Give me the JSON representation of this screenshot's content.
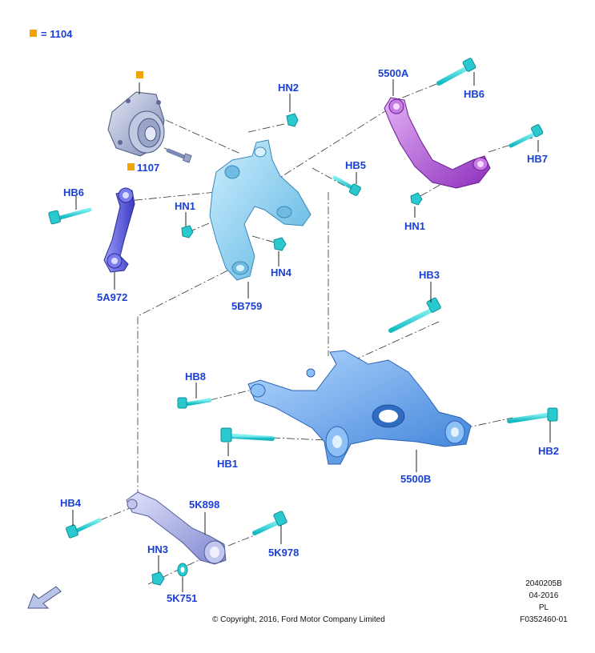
{
  "legend": {
    "marker_color": "#f5a300",
    "text": "= 1104"
  },
  "callouts": {
    "c1107": "1107",
    "hn2": "HN2",
    "c5500a": "5500A",
    "hb6_top": "HB6",
    "hb5": "HB5",
    "hb7": "HB7",
    "hb6_left": "HB6",
    "hn1_left": "HN1",
    "hn1_right": "HN1",
    "hn4": "HN4",
    "c5a972": "5A972",
    "c5b759": "5B759",
    "hb3": "HB3",
    "hb8": "HB8",
    "hb1": "HB1",
    "c5500b": "5500B",
    "hb2": "HB2",
    "hb4": "HB4",
    "c5k898": "5K898",
    "hn3": "HN3",
    "c5k978": "5K978",
    "c5k751": "5K751"
  },
  "footer": {
    "copyright": "© Copyright, 2016, Ford Motor Company Limited",
    "code1": "2040205B",
    "date": "04-2016",
    "lang": "PL",
    "code2": "F0352460-01"
  },
  "colors": {
    "label": "#1a3fd6",
    "bolt": "#1fd3d3",
    "knuckle": "#8fd0ee",
    "lower_arm": "#6aa8f0",
    "upper_arm": "#b35ad8",
    "link": "#6a6ae6",
    "toe_link": "#a9aee8",
    "hub": "#aab4d8",
    "leader": "#222222"
  }
}
